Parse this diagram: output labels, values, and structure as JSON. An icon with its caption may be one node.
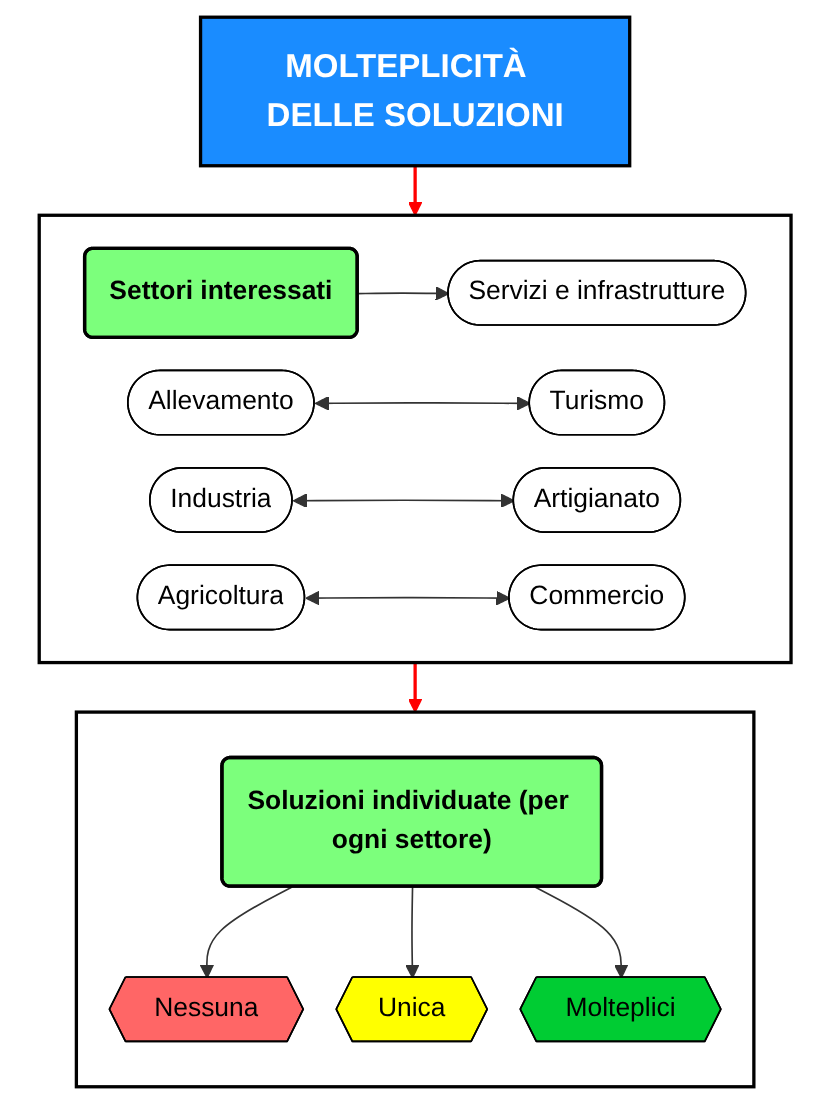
{
  "diagram": {
    "nodes": [
      {
        "text": [
          "MOLTEPLICITÀ  DELLE SOLUZIONI"
        ]
      },
      {
        "text": [],
        "shape": "box"
      },
      {
        "text": [
          "Settori interessati"
        ],
        "in": 1
      },
      {
        "text": [
          "Allevamento"
        ],
        "in": 1
      },
      {
        "text": [
          "Turismo"
        ],
        "in": 1
      },
      {
        "text": [
          "Industria"
        ],
        "in": 1
      },
      {
        "text": [
          "Artigianato"
        ],
        "in": 1
      },
      {
        "text": [
          "Agricoltura"
        ],
        "in": 1
      },
      {
        "text": [
          "Commercio"
        ],
        "in": 1
      },
      {
        "text": [
          "Servizi e infrastrutture"
        ],
        "in": 1
      },
      {
        "text": [],
        "shape": "box"
      },
      {
        "text": [
          "Soluzioni individuate (per ogni settore)"
        ],
        "in": 10
      },
      {
        "text": [
          "Nessuna"
        ],
        "in": 10
      },
      {
        "text": [
          "Unica"
        ],
        "in": 10
      },
      {
        "text": [
          "Molteplici"
        ],
        "in": 10
      }
    ],
    "edges": [
      {
        "from": 0,
        "to": 1,
        "arrow": "to",
        "color": "#ff0000"
      },
      {
        "from": 2,
        "to": 9,
        "arrow": "to"
      },
      {
        "from": 3,
        "to": 4,
        "arrow": "both"
      },
      {
        "from": 5,
        "to": 6,
        "arrow": "both"
      },
      {
        "from": 7,
        "to": 8,
        "arrow": "both"
      },
      {
        "from": 1,
        "to": 10,
        "arrow": "to",
        "color": "#ff0000"
      },
      {
        "from": 11,
        "to": 12,
        "arrow": "to"
      },
      {
        "from": 11,
        "to": 13,
        "arrow": "to"
      },
      {
        "from": 11,
        "to": 14,
        "arrow": "to"
      }
    ]
  }
}
